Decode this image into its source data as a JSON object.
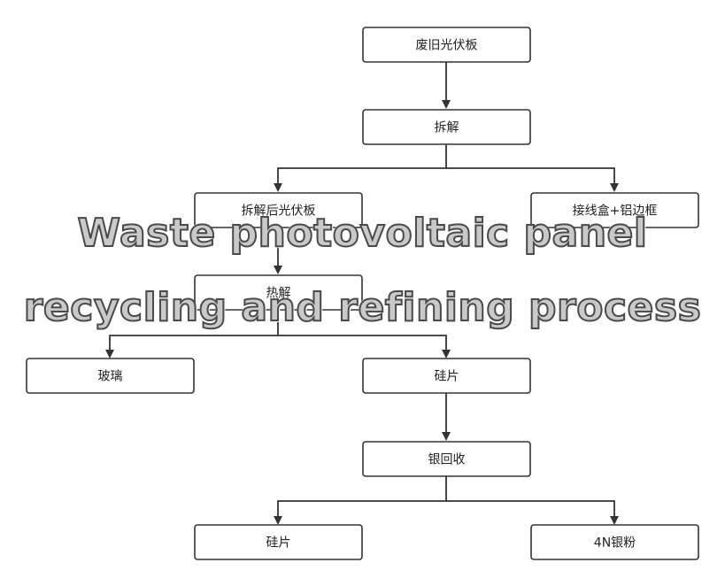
{
  "overlay": {
    "line1": "Waste photovoltaic panel",
    "line2": "recycling and refining process"
  },
  "nodes": {
    "waste_panel": "废旧光伏板",
    "dismantle": "拆解",
    "dismantled_panel": "拆解后光伏板",
    "junction_frame": "接线盒+铝边框",
    "pyrolysis": "热解",
    "glass": "玻璃",
    "silicon_wafer": "硅片",
    "silver_recovery": "银回收",
    "silicon_wafer_final": "硅片",
    "silver_powder": "4N银粉"
  }
}
